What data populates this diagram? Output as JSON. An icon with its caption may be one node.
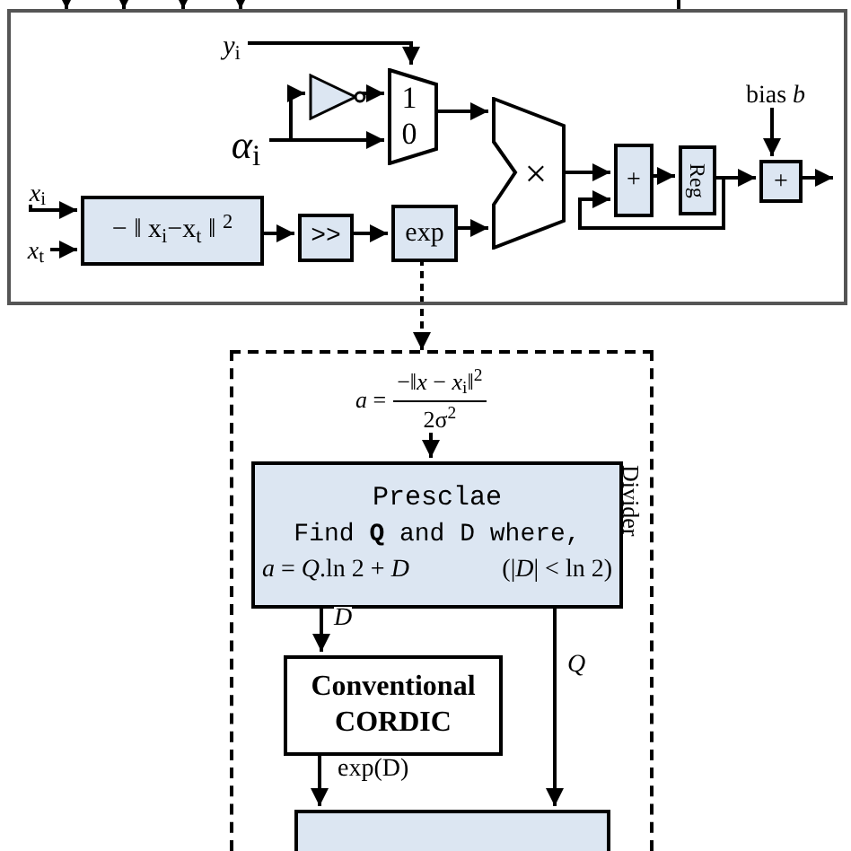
{
  "diagram": {
    "nodes": [
      {
        "text": [],
        "shape": "box"
      },
      {
        "text": [
          "*y*$_{i}$"
        ],
        "in": 0
      },
      {
        "text": [],
        "shape": "triangle",
        "in": 0
      },
      {
        "text": [
          "1",
          "0"
        ],
        "in": 0
      },
      {
        "text": [
          "*α*$_{i}$"
        ],
        "in": 0
      },
      {
        "text": [
          "×"
        ],
        "in": 0
      },
      {
        "text": [
          "*x*$_{i}$"
        ],
        "in": 0
      },
      {
        "text": [
          "*x*$_{t}$"
        ],
        "in": 0
      },
      {
        "text": [
          "− ‖ x$_{i}$−x$_{t}$ ‖ $^{2}$"
        ],
        "in": 0
      },
      {
        "text": [
          ">>"
        ],
        "in": 0
      },
      {
        "text": [
          "exp"
        ],
        "in": 0
      },
      {
        "text": [
          "+"
        ],
        "in": 0
      },
      {
        "text": [
          "Reg"
        ],
        "in": 0
      },
      {
        "text": [
          "bias *b*"
        ],
        "in": 0
      },
      {
        "text": [
          "+"
        ],
        "in": 0
      },
      {
        "text": [
          "Divider"
        ]
      },
      {
        "text": [
          "*a* =",
          "−‖*x* − *x*$_{i}$‖$^{2}$",
          "2σ$^{2}$"
        ],
        "in": 15
      },
      {
        "text": [
          "Presclae",
          "Find **Q** and D where,",
          "*a* = *Q*.ln 2 + *D*",
          "(|*D*| < ln 2)"
        ],
        "in": 15
      },
      {
        "text": [
          "Conventional CORDIC"
        ],
        "in": 15
      },
      {
        "text": [],
        "shape": "box",
        "in": 15
      }
    ],
    "edges": [
      {
        "from": null,
        "to": 0,
        "arrow": "to"
      },
      {
        "from": null,
        "to": 0,
        "arrow": "to"
      },
      {
        "from": null,
        "to": 0,
        "arrow": "to"
      },
      {
        "from": null,
        "to": 0,
        "arrow": "to"
      },
      {
        "from": null,
        "to": 0,
        "arrow": "none"
      },
      {
        "from": 1,
        "to": 3,
        "arrow": "to"
      },
      {
        "from": 4,
        "to": 3,
        "arrow": "to"
      },
      {
        "from": 4,
        "to": 2,
        "arrow": "to"
      },
      {
        "from": 2,
        "to": 3,
        "arrow": "to"
      },
      {
        "from": 3,
        "to": 5,
        "arrow": "to"
      },
      {
        "from": 6,
        "to": 8,
        "arrow": "to"
      },
      {
        "from": 7,
        "to": 8,
        "arrow": "to"
      },
      {
        "from": 8,
        "to": 9,
        "arrow": "to"
      },
      {
        "from": 9,
        "to": 10,
        "arrow": "to"
      },
      {
        "from": 10,
        "to": 5,
        "arrow": "to"
      },
      {
        "from": 5,
        "to": 11,
        "arrow": "to"
      },
      {
        "from": 11,
        "to": 12,
        "arrow": "to"
      },
      {
        "from": 12,
        "to": 14,
        "arrow": "to"
      },
      {
        "from": 12,
        "to": 11,
        "arrow": "to"
      },
      {
        "from": 13,
        "to": 14,
        "arrow": "to"
      },
      {
        "from": 14,
        "to": null,
        "arrow": "to"
      },
      {
        "from": 10,
        "to": 15,
        "arrow": "to",
        "style": "dashed"
      },
      {
        "from": 16,
        "to": 17,
        "arrow": "to"
      },
      {
        "from": 17,
        "to": 18,
        "arrow": "to",
        "label": "*D*"
      },
      {
        "from": 18,
        "to": 19,
        "arrow": "to",
        "label": "exp(D)"
      },
      {
        "from": 17,
        "to": 19,
        "arrow": "to",
        "label": "*Q*"
      }
    ]
  }
}
